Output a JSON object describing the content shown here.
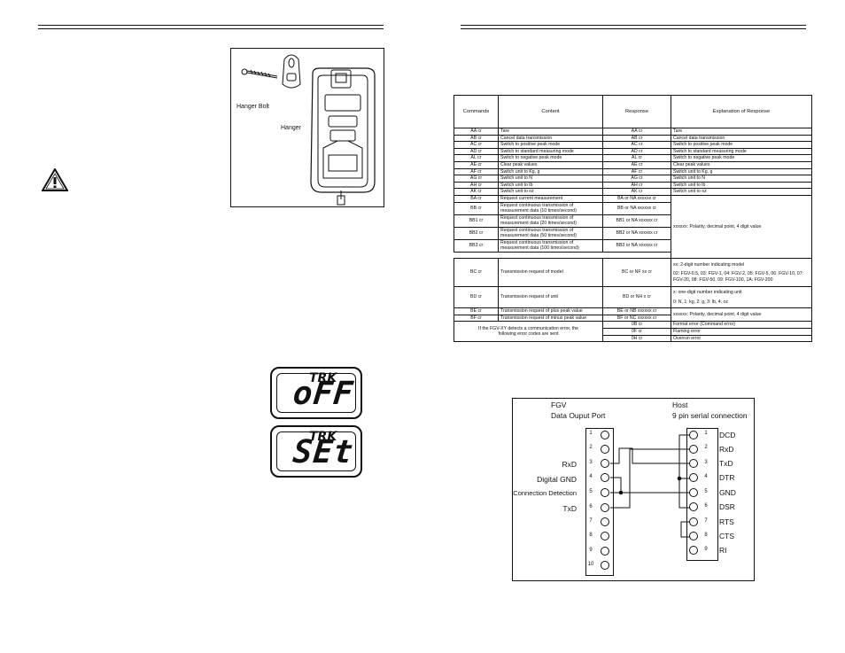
{
  "left_page": {
    "figure_labels": {
      "hanger_bolt": "Hanger Bolt",
      "hanger": "Hanger"
    },
    "displays": [
      {
        "mode": "TRK",
        "value": "oFF"
      },
      {
        "mode": "TRK",
        "value": "SEt"
      }
    ]
  },
  "right_page": {
    "table": {
      "headers": [
        "Commands",
        "Content",
        "Response",
        "Explanation of Response"
      ],
      "rows": [
        {
          "cmd": "AA cr",
          "content": "Tare",
          "resp": "AA cr",
          "expl": "Tare"
        },
        {
          "cmd": "AB cr",
          "content": "Cancel data transmission",
          "resp": "AB cr",
          "expl": "Cancel data transmission"
        },
        {
          "cmd": "AC cr",
          "content": "Switch to positive peak mode",
          "resp": "AC cr",
          "expl": "Switch to positive peak mode"
        },
        {
          "cmd": "AD cr",
          "content": "Switch to standard measuring mode",
          "resp": "AD cr",
          "expl": "Switch to standard measuring mode"
        },
        {
          "cmd": "AL cr",
          "content": "Switch to negative peak mode",
          "resp": "AL cr",
          "expl": "Switch to negative peak mode"
        },
        {
          "cmd": "AE cr",
          "content": "Clear peak values",
          "resp": "AE cr",
          "expl": "Clear peak values"
        },
        {
          "cmd": "AF cr",
          "content": "Switch unit to Kg, g",
          "resp": "AF cr",
          "expl": "Switch unit to Kg, g"
        },
        {
          "cmd": "AG cr",
          "content": "Switch unit to N",
          "resp": "AG cr",
          "expl": "Switch unit to N"
        },
        {
          "cmd": "AH cr",
          "content": "Switch unit to lb",
          "resp": "AH cr",
          "expl": "Switch unit to lb"
        },
        {
          "cmd": "AK cr",
          "content": "Switch unit to oz",
          "resp": "AK cr",
          "expl": "Switch unit to oz"
        },
        {
          "cmd": "BA cr",
          "content": "Request current measurement",
          "resp": "BA or NA xxxxxx cr"
        },
        {
          "cmd": "BB cr",
          "content": "Request continuous transmission of measurement data (10 times/second)",
          "resp": "BB or NA xxxxxx cr"
        },
        {
          "cmd": "BB1 cr",
          "content": "Request continuous transmission of measurement data (20 times/second)",
          "resp": "BB1 or NA xxxxxx cr"
        },
        {
          "cmd": "BB2 cr",
          "content": "Request continuous transmission of measurement data (50 times/second)",
          "resp": "BB2 or NA xxxxxx cr"
        },
        {
          "cmd": "BB3 cr",
          "content": "Request continuous transmission of measurement data (100 times/second)",
          "resp": "BB3 or NA xxxxxx cr"
        },
        {
          "cmd": "BC cr",
          "content": "Transmission request of model",
          "resp": "BC or NF xx cr"
        },
        {
          "cmd": "BD cr",
          "content": "Transmission request of unit",
          "resp": "BD or NH x cr"
        },
        {
          "cmd": "BE cr",
          "content": "Transmission request of plus peak value",
          "resp": "BE or NB xxxxxx cr"
        },
        {
          "cmd": "BF cr",
          "content": "Transmission request of minus peak value",
          "resp": "BF or NC xxxxxx cr"
        }
      ],
      "merged_ba_bb3": "xxxxxx: Polarity, decimal point, 4 digit value",
      "bc_expl_1": "xx: 2-digit number indicating model",
      "bc_expl_2": "02: FGV-0.5, 03: FGV-1, 04: FGV-2, 05: FGV-5, 06: FGV-10, 07: FGV-20, 08: FGV-50, 09: FGV-100, 1A: FGV-200",
      "bd_expl_1": "x: one-digit number indicating unit",
      "bd_expl_2": "0: N, 1: kg, 2: g, 3: lb, 4: oz",
      "merged_be_bf": "xxxxxx: Polarity, decimal point, 4 digit value",
      "error_note": "If the FGV-XY detects a communication error, the following error codes are sent",
      "errors": [
        {
          "resp": "0B cr",
          "expl": "Format error (Command error)"
        },
        {
          "resp": "0F cr",
          "expl": "Flaming error"
        },
        {
          "resp": "0H cr",
          "expl": "Overrun error"
        }
      ]
    },
    "wiring": {
      "fgv_title": "FGV",
      "fgv_subtitle": "Data Ouput Port",
      "host_title": "Host",
      "host_subtitle": "9 pin serial connection",
      "fgv_pins": [
        "1",
        "2",
        "3",
        "4",
        "5",
        "6",
        "7",
        "8",
        "9",
        "10"
      ],
      "fgv_signals": [
        "RxD",
        "Digital GND",
        "Connection Detection",
        "TxD"
      ],
      "host_pins": [
        "1",
        "2",
        "3",
        "4",
        "5",
        "6",
        "7",
        "8",
        "9"
      ],
      "host_signals": [
        "DCD",
        "RxD",
        "TxD",
        "DTR",
        "GND",
        "DSR",
        "RTS",
        "CTS",
        "RI"
      ]
    }
  }
}
